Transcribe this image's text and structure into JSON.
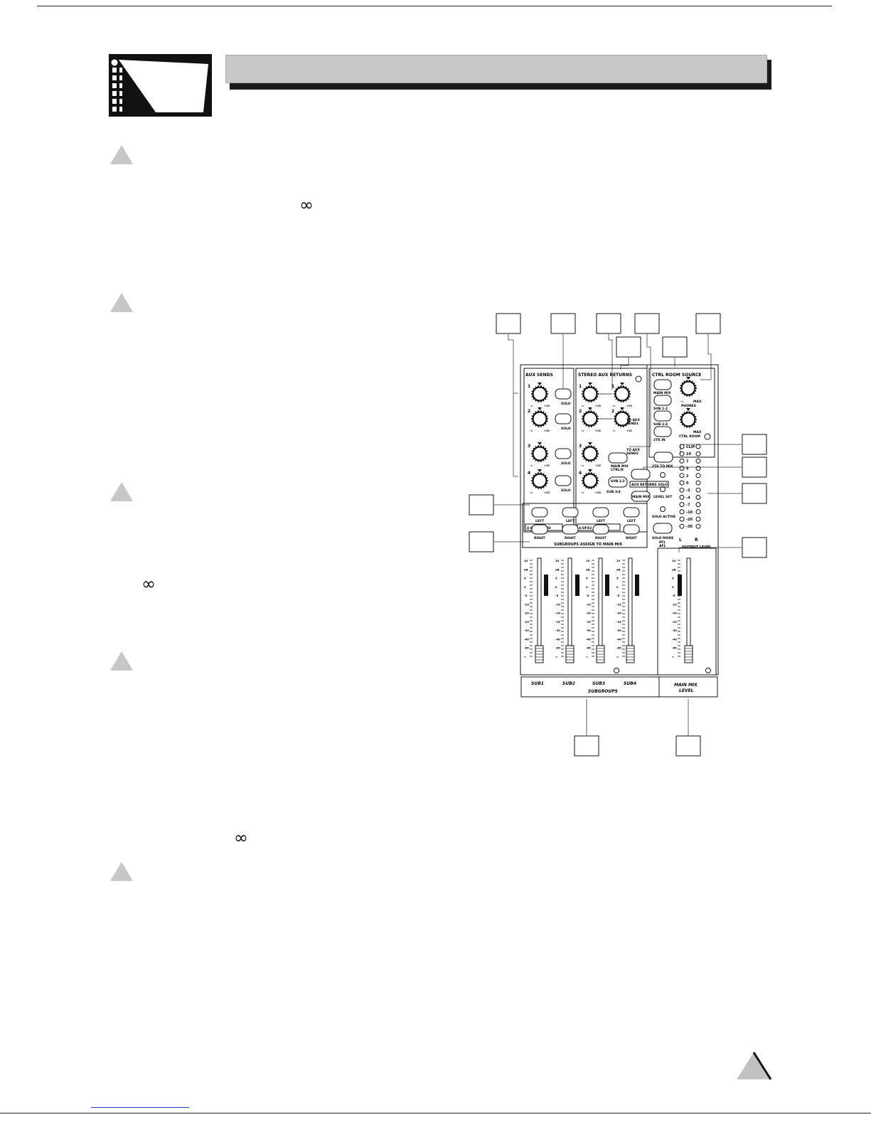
{
  "page": {
    "infinity_symbol": "∞",
    "header_title": ""
  },
  "diagram": {
    "aux_sends": {
      "title": "AUX SENDS",
      "numbers": [
        "1",
        "2",
        "3",
        "4"
      ],
      "solo_label": "SOLO",
      "knob_min": "-∞",
      "knob_max": "+15",
      "footer": "4-DFX2 SEND"
    },
    "stereo_aux_returns": {
      "title": "STEREO AUX RETURNS",
      "numbers": [
        "1",
        "2",
        "3",
        "4"
      ],
      "to_aux_send1": [
        "TO AUX",
        "SEND1"
      ],
      "to_aux_send2": [
        "TO AUX",
        "SEND2"
      ],
      "knob_min": "-∞",
      "knob_max": "+15",
      "main_mix": "MAIN MIX",
      "ctrl_r": "CTRL/R",
      "sub12": "SUB 1/2",
      "sub34": "SUB 3/4",
      "main_mix_2": "MAIN MIX",
      "footer": "4-DFX2 RETURN"
    },
    "ctrl_room_source": {
      "title": "CTRL ROOM SOURCE",
      "buttons": [
        "MAIN MIX",
        "SUB 1-2",
        "SUB 3-4",
        "2TK IN"
      ],
      "phones": "PHONES",
      "ctrl_room": "CTRL ROOM",
      "knob_min": "-∞",
      "knob_max": "MAX",
      "tk_to_mix": "2TK TO MIX"
    },
    "aux_returns_solo": "AUX RETURNS  SOLO",
    "level_set": "LEVEL SET",
    "solo_active": "SOLO ACTIVE",
    "solo_mode": "SOLO MODE",
    "pfl": "PFL",
    "afl": "AFL",
    "meter": {
      "labels": [
        "CLIP",
        "10",
        "7",
        "4",
        "2",
        "0",
        "-2",
        "-4",
        "-7",
        "-10",
        "-20",
        "-30"
      ],
      "left": "L",
      "right": "R",
      "title": "OUTPUT LEVEL"
    },
    "assign": {
      "left": "LEFT",
      "right": "RIGHT",
      "title": "SUBGROUPS  ASSIGN TO MAIN MIX"
    },
    "fader_scale": [
      "10",
      "dB",
      "5",
      "0",
      "-5",
      "-10",
      "-20",
      "-25",
      "-30",
      "-40",
      "-60",
      "∞"
    ],
    "subgroups": {
      "labels": [
        "SUB1",
        "SUB2",
        "SUB3",
        "SUB4"
      ],
      "title": "SUBGROUPS"
    },
    "main_mix_level": [
      "MAIN MIX",
      "LEVEL"
    ]
  }
}
